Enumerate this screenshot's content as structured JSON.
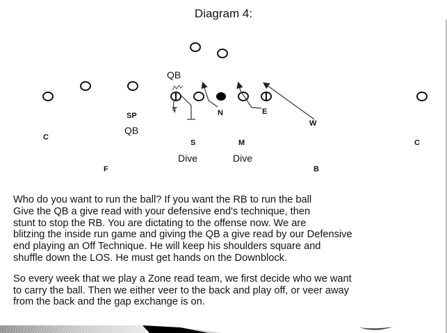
{
  "title": "Diagram 4:",
  "diagram": {
    "offense_labels": {
      "qb_top": "QB",
      "sp": "SP",
      "qb_bottom": "QB"
    },
    "defense_labels": {
      "t": "T",
      "n": "N",
      "e": "E",
      "w": "W",
      "s": "S",
      "m": "M",
      "c_left": "C",
      "c_right": "C",
      "f": "F",
      "b": "B"
    },
    "assignments": {
      "s": "Dive",
      "m": "Dive"
    },
    "icons": [
      "open-circle-offensive-player",
      "filled-circle-center",
      "split-circle-end",
      "arrow-route",
      "zigzag-motion",
      "block-t-line"
    ]
  },
  "text": {
    "paragraph1": "Who do you want to run the ball?  If you want the RB to run the ball\nGive the QB a give read with your defensive end's technique, then\nstunt to stop the RB.  You are dictating to the offense now.  We are\nblitzing the inside run game and giving the QB a give read by our Defensive\nend playing an Off Technique.  He will keep his shoulders square and\nshuffle down the LOS.  He must get hands on the Downblock.",
    "paragraph2": "So every week that we play a Zone read team, we first decide who we want\nto carry the ball.  Then we either veer to the back and play off, or veer away\nfrom the back and the gap exchange is on."
  }
}
